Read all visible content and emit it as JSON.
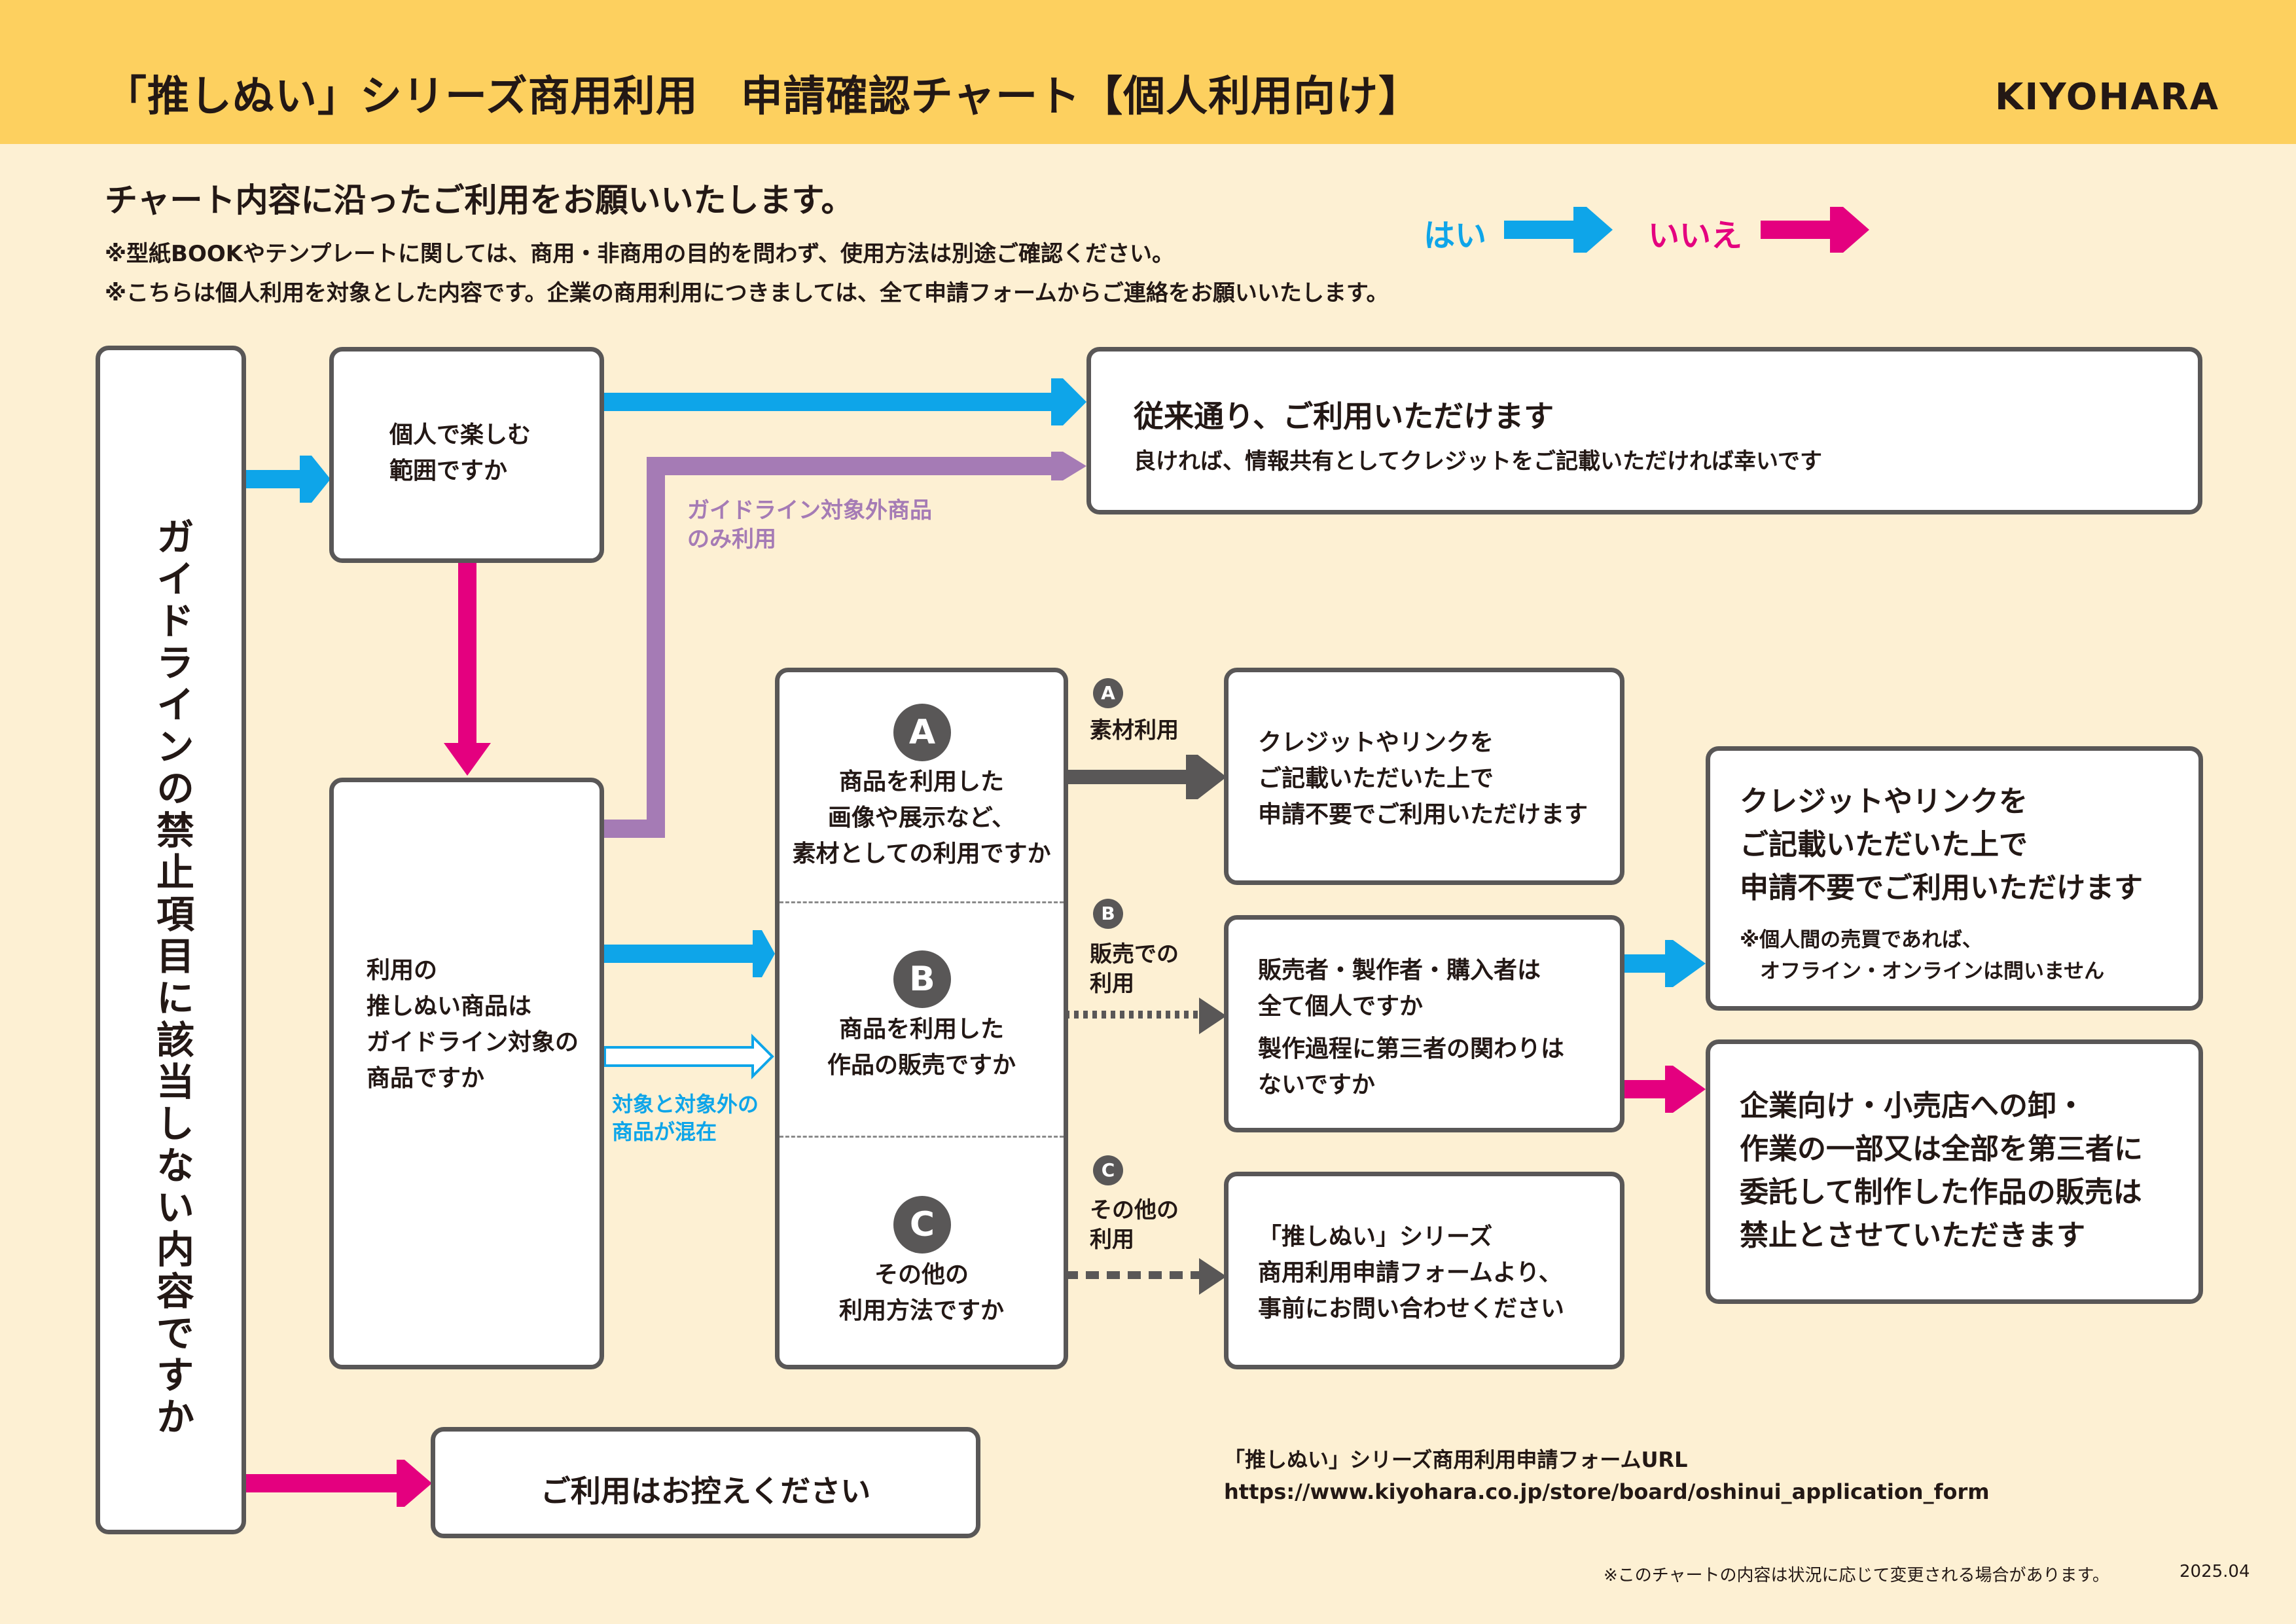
{
  "header": {
    "title": "「推しぬい」シリーズ商用利用　申請確認チャート【個人利用向け】",
    "logo": "KIYOHARA"
  },
  "intro": {
    "heading": "チャート内容に沿ったご利用をお願いいたします。",
    "note1": "※型紙BOOKやテンプレートに関しては、商用・非商用の目的を問わず、使用方法は別途ご確認ください。",
    "note2": "※こちらは個人利用を対象とした内容です。企業の商用利用につきましては、全て申請フォームからご連絡をお願いいたします。"
  },
  "legend": {
    "yes": "はい",
    "no": "いいえ"
  },
  "colors": {
    "yes": "#0ea5e9",
    "no": "#e4007f",
    "purple": "#a57bb5",
    "dark": "#595757",
    "background": "#fdf0d3",
    "header": "#fdd05f"
  },
  "nodes": {
    "start": "ガイドラインの禁止項目に該当しない内容ですか",
    "personal": [
      "個人で楽しむ",
      "範囲ですか"
    ],
    "ok": {
      "title": "従来通り、ご利用いただけます",
      "sub": "良ければ、情報共有としてクレジットをご記載いただければ幸いです"
    },
    "product": [
      "利用の",
      "推しぬい商品は",
      "ガイドライン対象の",
      "商品ですか"
    ],
    "option_a": {
      "letter": "A",
      "lines": [
        "商品を利用した",
        "画像や展示など、",
        "素材としての利用ですか"
      ]
    },
    "option_b": {
      "letter": "B",
      "lines": [
        "商品を利用した",
        "作品の販売ですか"
      ]
    },
    "option_c": {
      "letter": "C",
      "lines": [
        "その他の",
        "利用方法ですか"
      ]
    },
    "result_a": [
      "クレジットやリンクを",
      "ご記載いただいた上で",
      "申請不要でご利用いただけます"
    ],
    "sellers": [
      "販売者・製作者・購入者は",
      "全て個人ですか",
      "製作過程に第三者の関わりは",
      "ないですか"
    ],
    "form": [
      "「推しぬい」シリーズ",
      "商用利用申請フォームより、",
      "事前にお問い合わせください"
    ],
    "final_yes": {
      "lines": [
        "クレジットやリンクを",
        "ご記載いただいた上で",
        "申請不要でご利用いただけます"
      ],
      "note": [
        "※個人間の売買であれば、",
        "　オフライン・オンラインは問いません"
      ]
    },
    "final_no": [
      "企業向け・小売店への卸・",
      "作業の一部又は全部を第三者に",
      "委託して制作した作品の販売は",
      "禁止とさせていただきます"
    ],
    "refrain": "ご利用はお控えください"
  },
  "edge_labels": {
    "guideline_outside": [
      "ガイドライン対象外商品",
      "のみ利用"
    ],
    "mixed": [
      "対象と対象外の",
      "商品が混在"
    ],
    "a": {
      "letter": "A",
      "text": [
        "素材利用"
      ]
    },
    "b": {
      "letter": "B",
      "text": [
        "販売での",
        "利用"
      ]
    },
    "c": {
      "letter": "C",
      "text": [
        "その他の",
        "利用"
      ]
    }
  },
  "footer": {
    "url_title": "「推しぬい」シリーズ商用利用申請フォームURL",
    "url": "https://www.kiyohara.co.jp/store/board/oshinui_application_form",
    "disclaimer": "※このチャートの内容は状況に応じて変更される場合があります。",
    "date": "2025.04"
  }
}
